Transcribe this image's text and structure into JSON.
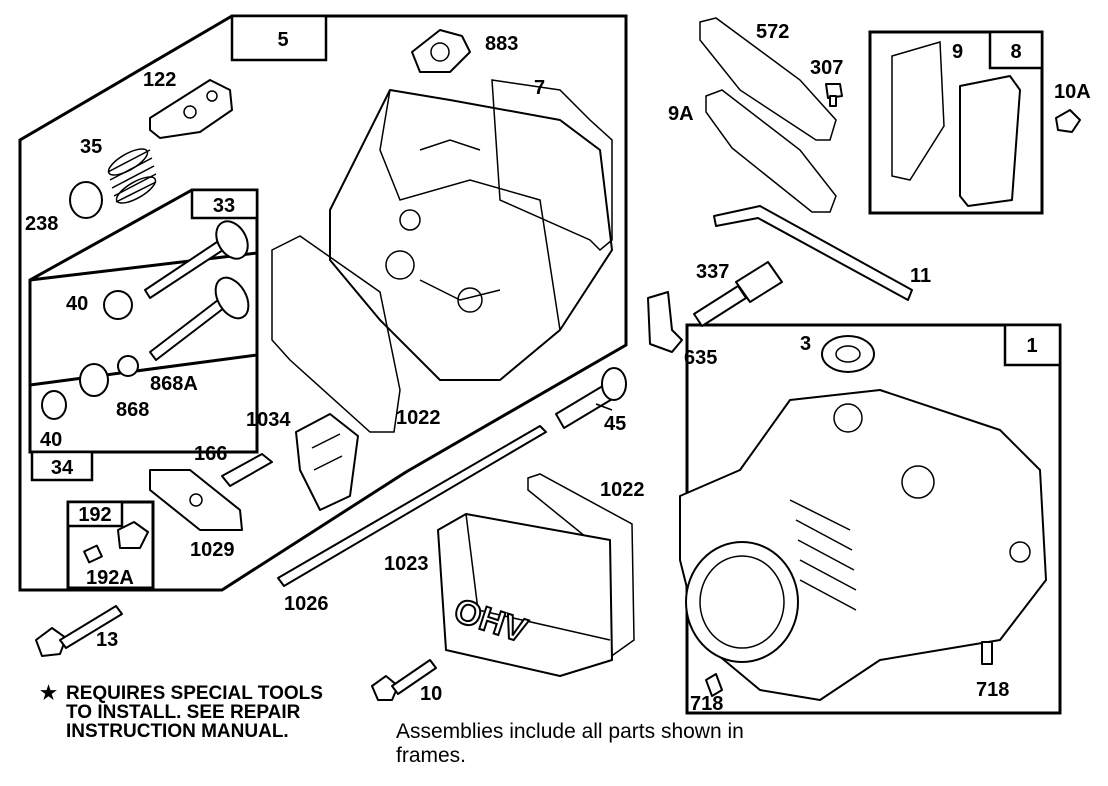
{
  "parts": {
    "p5": "5",
    "p883": "883",
    "p7": "7",
    "p122": "122",
    "p35": "35",
    "p238": "238",
    "p33": "33",
    "p40a": "40",
    "p868A": "868A",
    "p868": "868",
    "p40b": "40",
    "p34": "34",
    "p1034": "1034",
    "p1022a": "1022",
    "p166": "166",
    "p192": "192",
    "p192A": "192A",
    "p1029": "1029",
    "p13": "13",
    "p1026": "1026",
    "p1023": "1023",
    "p1022b": "1022",
    "p10": "10",
    "p572": "572",
    "p307": "307",
    "p9A": "9A",
    "p9": "9",
    "p8": "8",
    "p10A": "10A",
    "p337": "337",
    "p11": "11",
    "p635": "635",
    "p3": "3",
    "p1": "1",
    "p45": "45",
    "p718a": "718",
    "p718b": "718"
  },
  "cover_text": "OHV",
  "notes": {
    "star": "★",
    "special_tools": [
      "REQUIRES SPECIAL TOOLS",
      "TO INSTALL.  SEE REPAIR",
      "INSTRUCTION MANUAL."
    ],
    "assemblies": [
      "Assemblies include all parts shown in",
      "frames."
    ]
  }
}
